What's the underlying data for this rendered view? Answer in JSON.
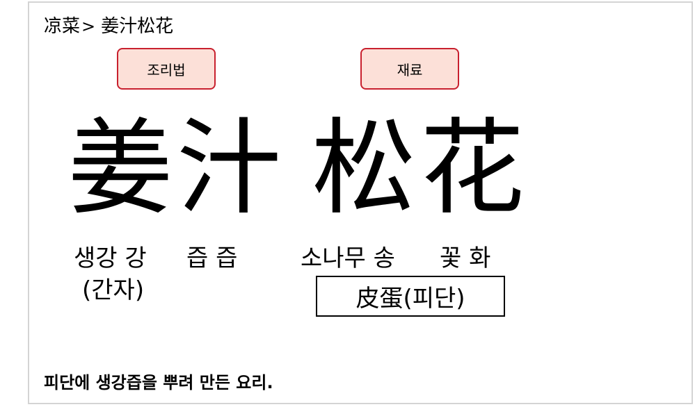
{
  "breadcrumb": {
    "category": "凉菜",
    "separator": ">",
    "dish": "姜汁松花"
  },
  "buttons": {
    "recipe": "조리법",
    "ingredients": "재료"
  },
  "hanja": {
    "ginger_juice": "姜汁",
    "pine_flower": "松花"
  },
  "readings": {
    "ginger": "생강 강",
    "ginger_note": "(간자)",
    "juice": "즙 즙",
    "pine": "소나무 송",
    "flower": "꽃 화"
  },
  "pidan": {
    "hanja": "皮蛋",
    "korean": "(피단)"
  },
  "description": "피단에 생강즙을 뿌려 만든 요리."
}
